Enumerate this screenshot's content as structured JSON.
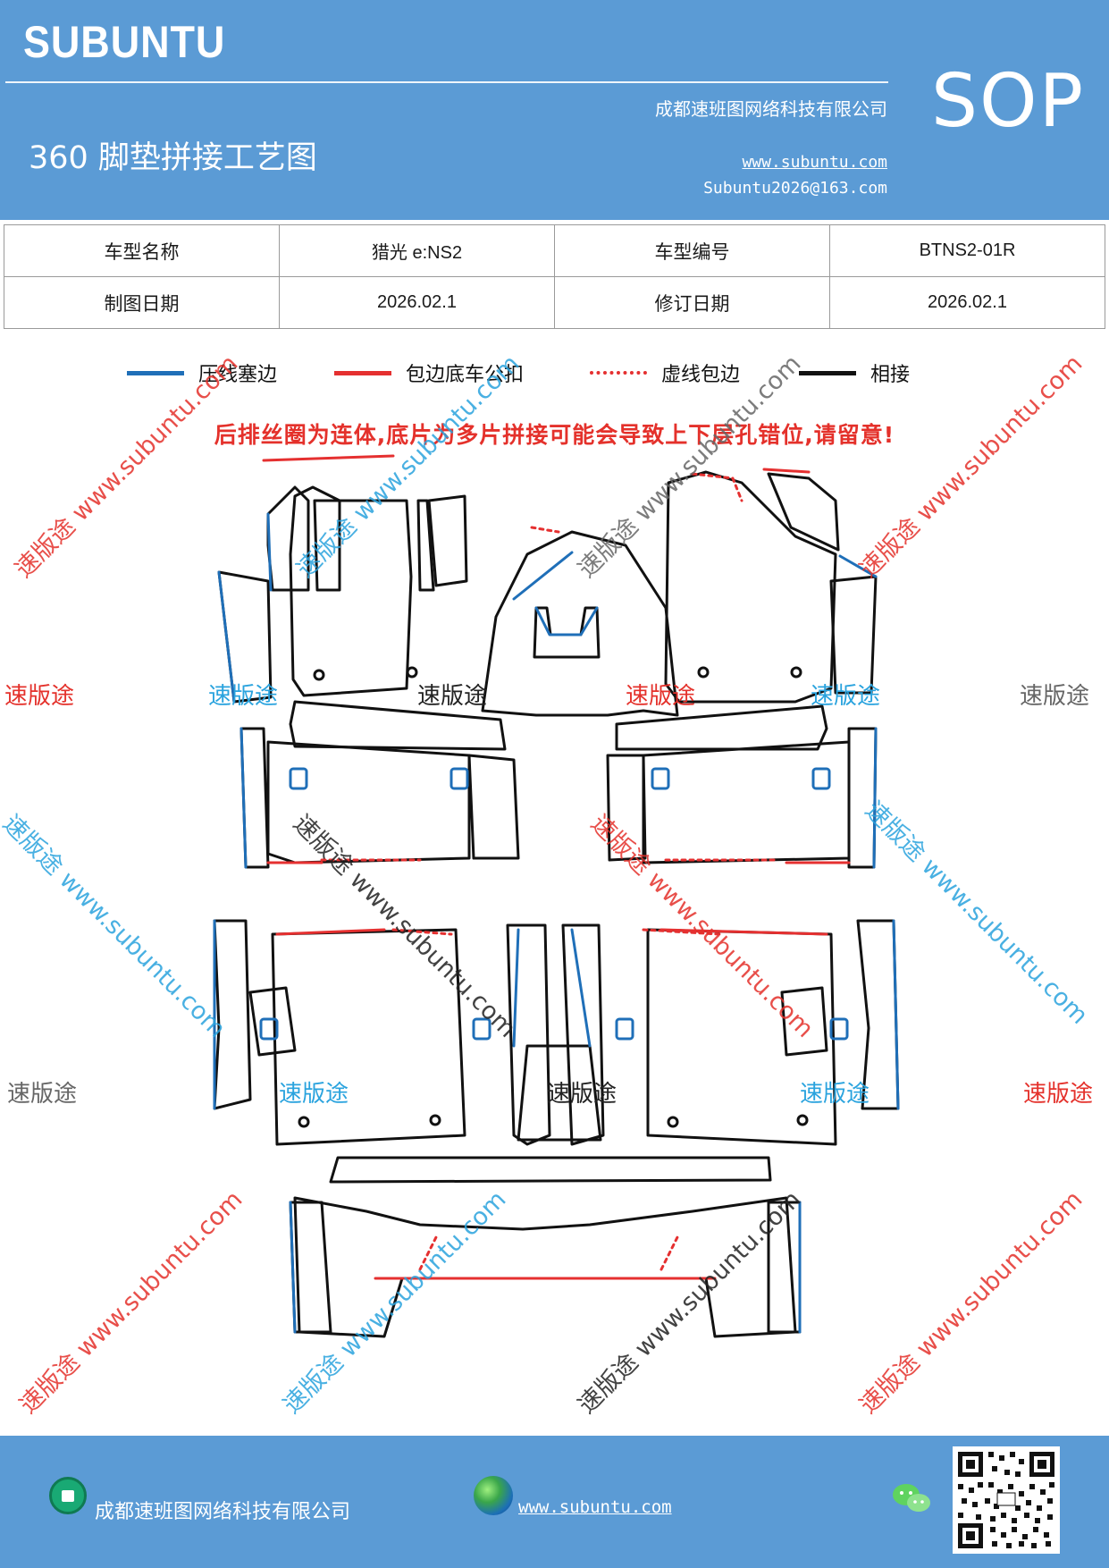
{
  "header": {
    "brand": "SUBUNTU",
    "title": "360 脚垫拼接工艺图",
    "company": "成都速班图网络科技有限公司",
    "website": "www.subuntu.com",
    "email": "Subuntu2026@163.com",
    "badge": "SOP"
  },
  "info_table": {
    "rows": [
      {
        "label1": "车型名称",
        "value1": "猎光 e:NS2",
        "label2": "车型编号",
        "value2": "BTNS2-01R"
      },
      {
        "label1": "制图日期",
        "value1": "2026.02.1",
        "label2": "修订日期",
        "value2": "2026.02.1"
      }
    ]
  },
  "legend": [
    {
      "label": "压线塞边",
      "style": "solid",
      "color": "#1f6fb8"
    },
    {
      "label": "包边底车公扣",
      "style": "solid",
      "color": "#e53030"
    },
    {
      "label": "虚线包边",
      "style": "dotted",
      "color": "#e53030"
    },
    {
      "label": "相接",
      "style": "solid",
      "color": "#111111"
    }
  ],
  "warning": "后排丝圈为连体,底片为多片拼接可能会导致上下层孔错位,请留意!",
  "watermarks": {
    "brand": "速版途",
    "diagonal": "速版途 www.subuntu.com"
  },
  "footer": {
    "company": "成都速班图网络科技有限公司",
    "website": "www.subuntu.com",
    "icons": [
      "company-icon",
      "globe-icon",
      "wechat-icon",
      "qr-code"
    ]
  },
  "colors": {
    "header_blue": "#5b9bd5",
    "edge_blue": "#1f6fb8",
    "edge_red": "#e53030",
    "outline_black": "#111111",
    "watermark_red": "#e4312b",
    "watermark_blue": "#2aa3de"
  }
}
